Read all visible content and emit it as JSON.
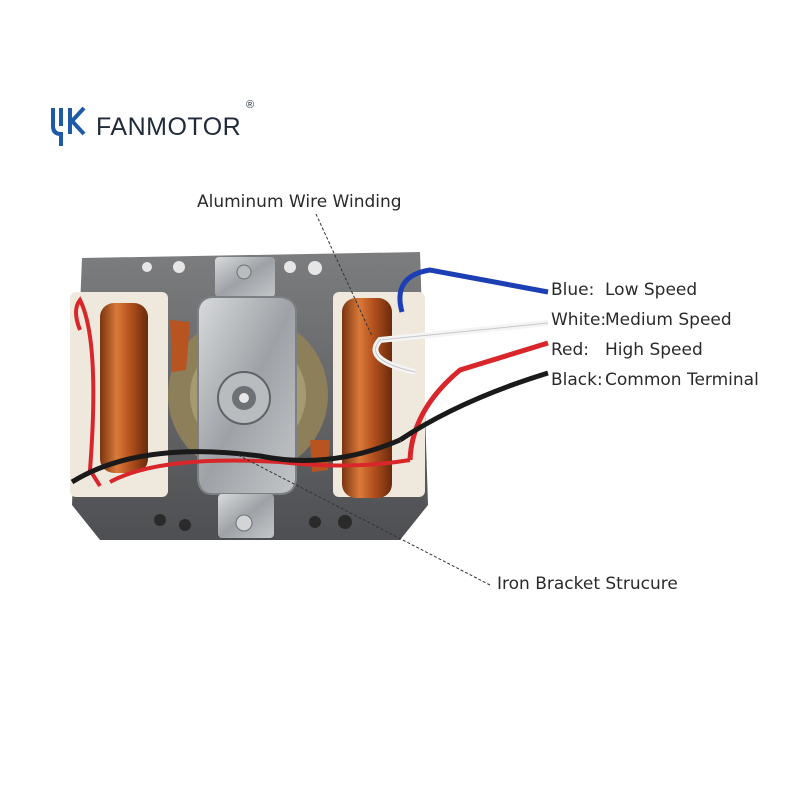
{
  "brand": {
    "name": "FANMOTOR",
    "registered": "®",
    "logo_colors": {
      "mark": "#1d5aa8",
      "text": "#1f2a3a"
    }
  },
  "labels": {
    "winding": "Aluminum Wire Winding",
    "bracket": "Iron Bracket Strucure"
  },
  "wires": [
    {
      "color": "Blue:",
      "function": "Low Speed",
      "hex": "#1d3fb5"
    },
    {
      "color": "White:",
      "function": "Medium Speed",
      "hex": "#f4f4f4"
    },
    {
      "color": "Red:",
      "function": "High Speed",
      "hex": "#d8262b"
    },
    {
      "color": "Black:",
      "function": "Common Terminal",
      "hex": "#1a1a1a"
    }
  ]
}
